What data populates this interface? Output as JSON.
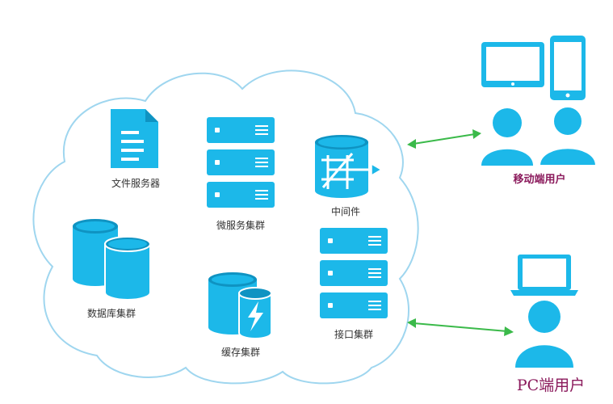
{
  "labels": {
    "file_server": "文件服务器",
    "microservice_cluster": "微服务集群",
    "middleware": "中间件",
    "database_cluster": "数据库集群",
    "cache_cluster": "缓存集群",
    "api_cluster": "接口集群",
    "mobile_user": "移动端用户",
    "pc_user": "PC端用户"
  },
  "icons": {
    "file_server": "document-icon",
    "microservice_cluster": "server-rack-icon",
    "middleware": "middleware-cylinder-icon",
    "database_cluster": "database-icon",
    "cache_cluster": "cache-lightning-icon",
    "api_cluster": "server-rack-icon",
    "mobile_user": "tablet-phone-user-icon",
    "pc_user": "laptop-user-icon"
  },
  "colors": {
    "icon": "#1cb8e9",
    "icon_dark": "#0f93c2",
    "cloud_stroke": "#9fd6ef",
    "arrow": "#3bba4a",
    "user_label": "#8b1a5c",
    "text": "#333333"
  }
}
